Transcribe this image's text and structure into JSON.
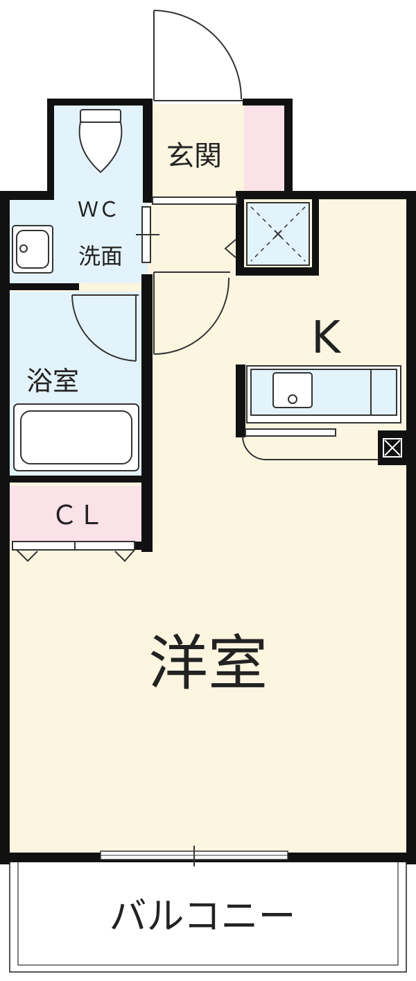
{
  "rooms": {
    "entrance": "玄関",
    "wc": "ＷＣ",
    "washroom": "洗面",
    "bathroom": "浴室",
    "closet": "ＣＬ",
    "kitchen": "K",
    "western_room": "洋室",
    "balcony": "バルコニー"
  },
  "colors": {
    "western_room": "#fcf5e0",
    "wet_area": "#e3f3fb",
    "storage": "#fbe1e8",
    "wall": "#111111",
    "balcony": "#ffffff"
  }
}
